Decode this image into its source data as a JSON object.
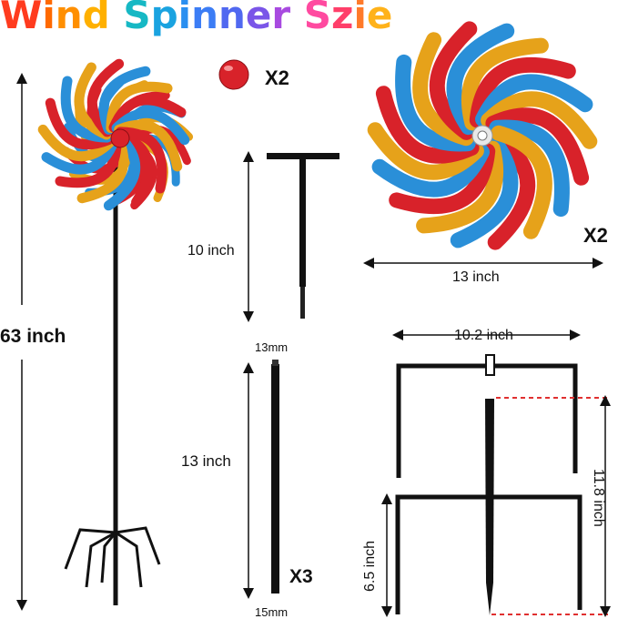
{
  "title": {
    "text": "Wind Spinner Szie",
    "letter_colors": [
      "#ff3b1e",
      "#ff6a00",
      "#ff8f00",
      "#ffb000",
      "#ffffff",
      "#16b8c4",
      "#1aa3e0",
      "#2a8ff0",
      "#3c7df5",
      "#5068f0",
      "#7a55e8",
      "#a84ae0",
      "#ffffff",
      "#ff4aa0",
      "#ff3f6a",
      "#ff7a2a",
      "#ffb21a"
    ]
  },
  "labels": {
    "ball_count": "X2",
    "wheel_count": "X2",
    "rod_count": "X3",
    "height_total": "63 inch",
    "t_stake_length": "10 inch",
    "wheel_diameter": "13 inch",
    "rod_length": "13 inch",
    "rod_top_diameter": "13mm",
    "rod_bottom_diameter": "15mm",
    "base_width": "10.2 inch",
    "base_height": "11.8 inch",
    "base_leg_height": "6.5 inch"
  },
  "colors": {
    "red": "#d8222a",
    "blue": "#2a8fd8",
    "yellow": "#e6a21a",
    "metal": "#111111",
    "dash": "#e03030"
  },
  "icons": [
    "spinner-wheel-icon",
    "red-ball-icon",
    "t-stake-icon",
    "rod-icon",
    "stake-base-icon"
  ]
}
